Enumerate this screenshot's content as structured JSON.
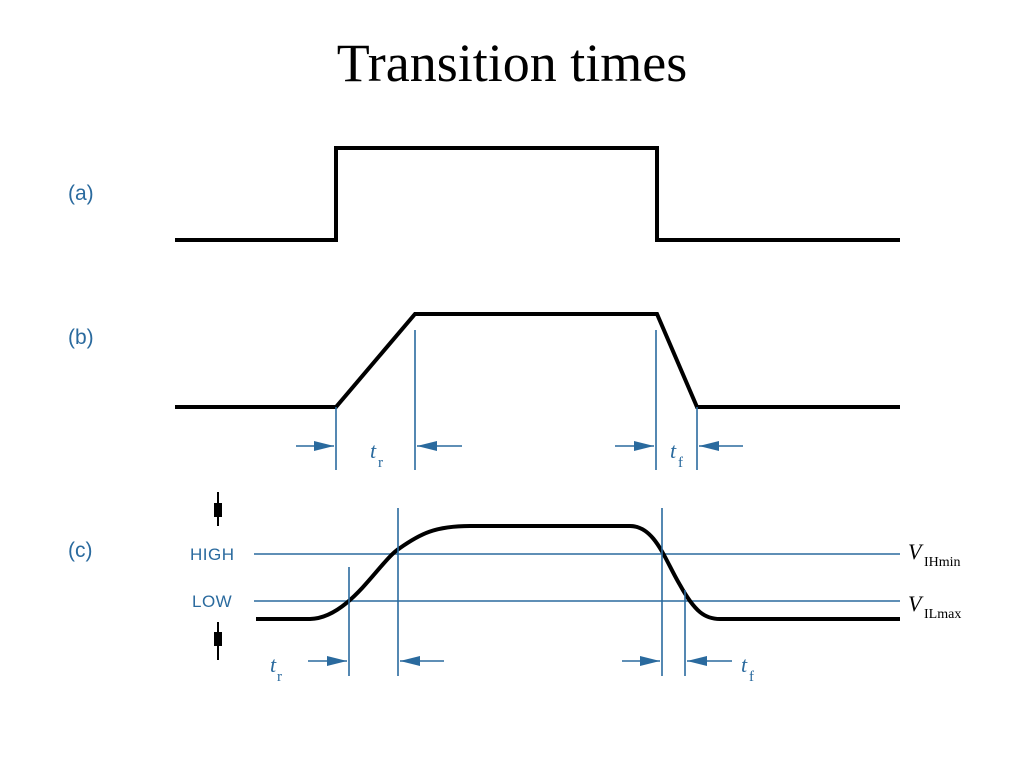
{
  "title": "Transition times",
  "panels": {
    "a": {
      "label": "(a)"
    },
    "b": {
      "label": "(b)"
    },
    "c": {
      "label": "(c)"
    }
  },
  "symbols": {
    "t": "t",
    "rise_sub": "r",
    "fall_sub": "f"
  },
  "levels": {
    "high": "HIGH",
    "low": "LOW"
  },
  "thresholds": {
    "v": "V",
    "ih_sub": "IHmin",
    "il_sub": "ILmax"
  },
  "colors": {
    "waveform": "#000000",
    "annotation": "#2a6a9e"
  }
}
